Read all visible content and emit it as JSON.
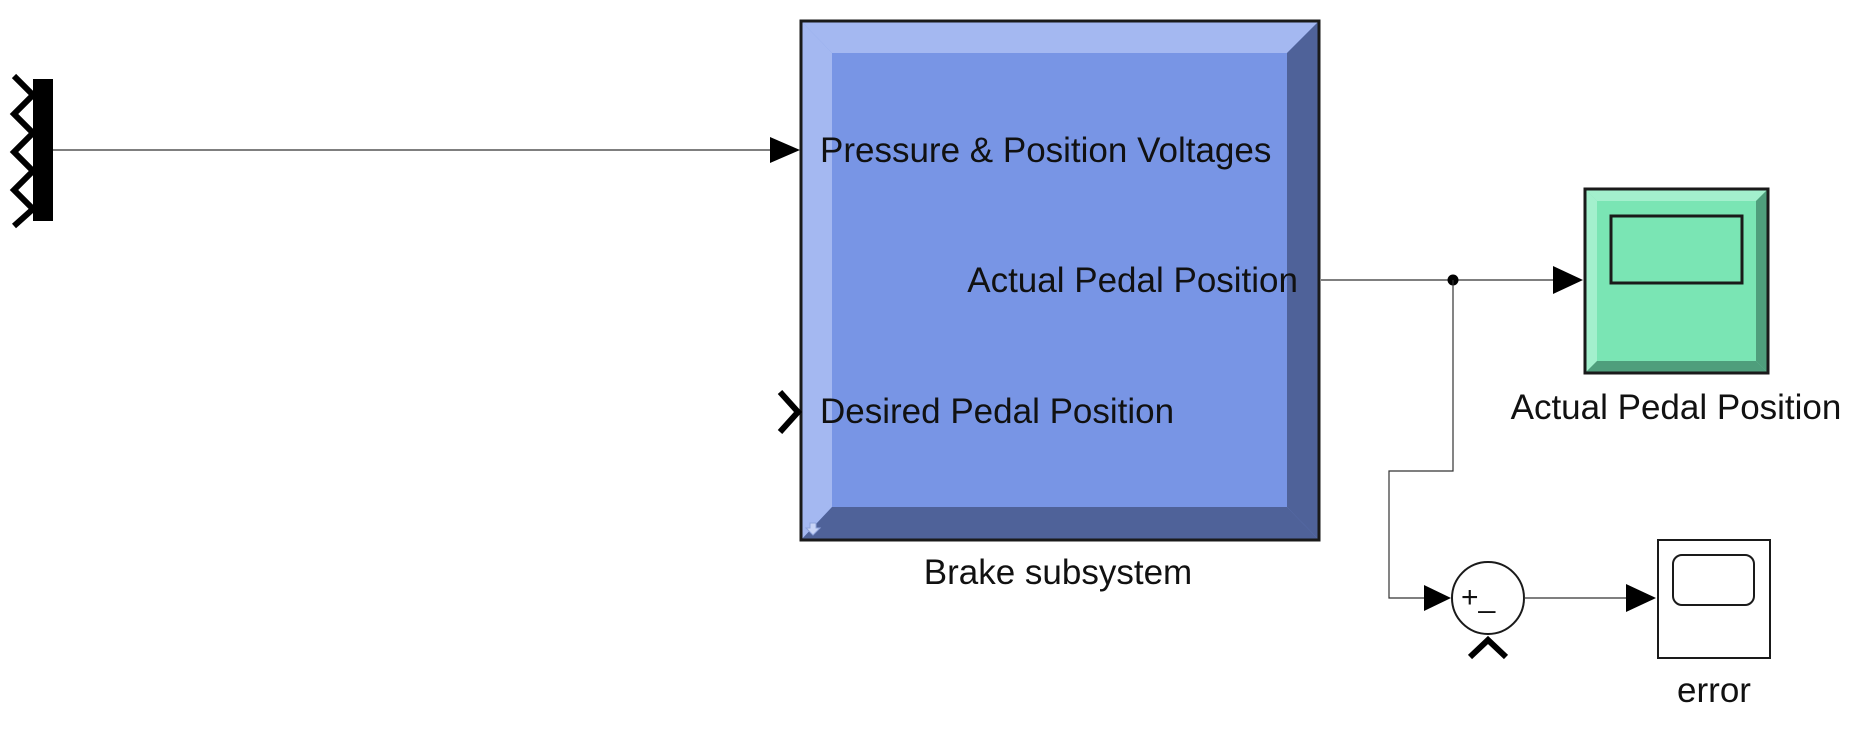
{
  "subsystem": {
    "name": "Brake subsystem",
    "ports": {
      "in1": "Pressure & Position Voltages",
      "out1": "Actual Pedal Position",
      "in2": "Desired Pedal Position"
    },
    "colors": {
      "face": "#7895e5",
      "light": "#a4b8f1",
      "dark": "#4f6299",
      "stroke": "#1a1a1a"
    }
  },
  "scope_actual": {
    "label": "Actual Pedal Position",
    "colors": {
      "face": "#7ae5b4",
      "light": "#a3f0cd",
      "dark": "#4f9e7c"
    }
  },
  "sum": {
    "signs_text": "+_"
  },
  "scope_error": {
    "label": "error"
  },
  "icons": [
    "bus-selector-icon",
    "goto-tag-icon",
    "scope-icon",
    "sum-icon",
    "subsystem-ports-icon"
  ]
}
